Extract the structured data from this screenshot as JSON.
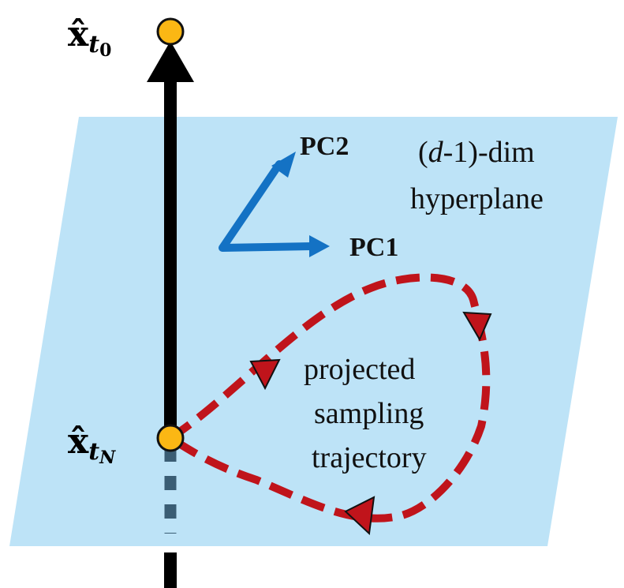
{
  "colors": {
    "plane": "#bde3f7",
    "axis": "#000000",
    "dashed_axis": "#3a5d74",
    "pc_arrows": "#1472c4",
    "trajectory": "#c0141b",
    "point": "#fbb714"
  },
  "labels": {
    "x_start_base": "x̂",
    "x_start_sub": "t",
    "x_start_subsub": "0",
    "x_end_base": "x̂",
    "x_end_sub": "t",
    "x_end_subsub": "N",
    "pc1": "PC1",
    "pc2": "PC2",
    "hyperplane_open": "(",
    "hyperplane_d": "d",
    "hyperplane_rest": "-1)-dim",
    "hyperplane_line2": "hyperplane",
    "traj_line1": "projected",
    "traj_line2": "sampling",
    "traj_line3": "trajectory"
  },
  "icons": {
    "trajectory_markers": "triangle-arrow-icon",
    "points": "circle-point-icon"
  }
}
